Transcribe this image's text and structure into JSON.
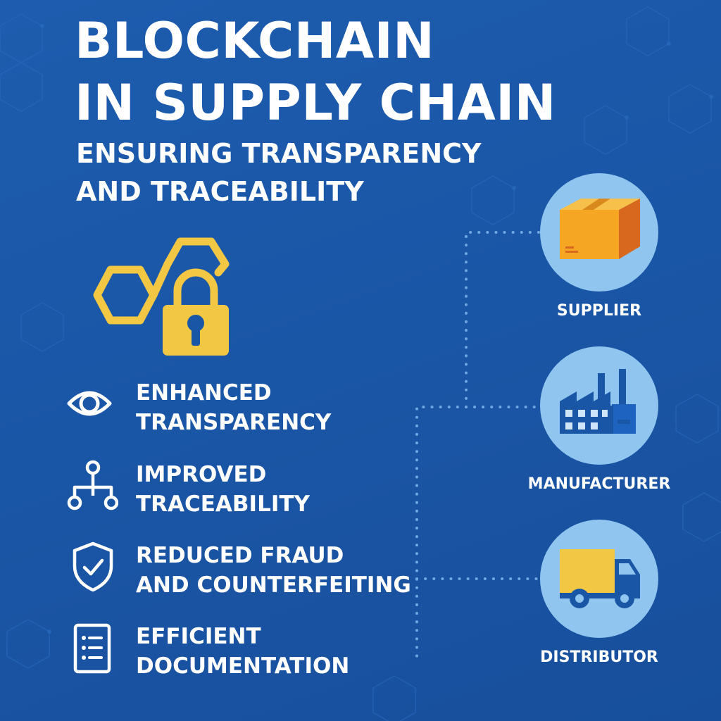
{
  "header": {
    "title_line1": "BLOCKCHAIN",
    "title_line2": "IN SUPPLY CHAIN",
    "subtitle_line1": "ENSURING TRANSPARENCY",
    "subtitle_line2": "AND TRACEABILITY"
  },
  "benefits": [
    {
      "icon": "eye-icon",
      "line1": "ENHANCED",
      "line2": "TRANSPARENCY"
    },
    {
      "icon": "network-nodes-icon",
      "line1": "IMPROVED",
      "line2": "TRACEABILITY"
    },
    {
      "icon": "shield-check-icon",
      "line1": "REDUCED FRAUD",
      "line2": "AND COUNTERFEITING"
    },
    {
      "icon": "document-list-icon",
      "line1": "EFFICIENT",
      "line2": "DOCUMENTATION"
    }
  ],
  "chain": [
    {
      "icon": "package-box-icon",
      "label": "SUPPLIER"
    },
    {
      "icon": "factory-icon",
      "label": "MANUFACTURER"
    },
    {
      "icon": "delivery-truck-icon",
      "label": "DISTRIBUTOR"
    }
  ],
  "hero": {
    "icon": "blockchain-lock-icon"
  },
  "colors": {
    "background": "#1a56a6",
    "accent_yellow": "#f2c744",
    "circle": "#8fc5ef",
    "text": "#ffffff"
  }
}
